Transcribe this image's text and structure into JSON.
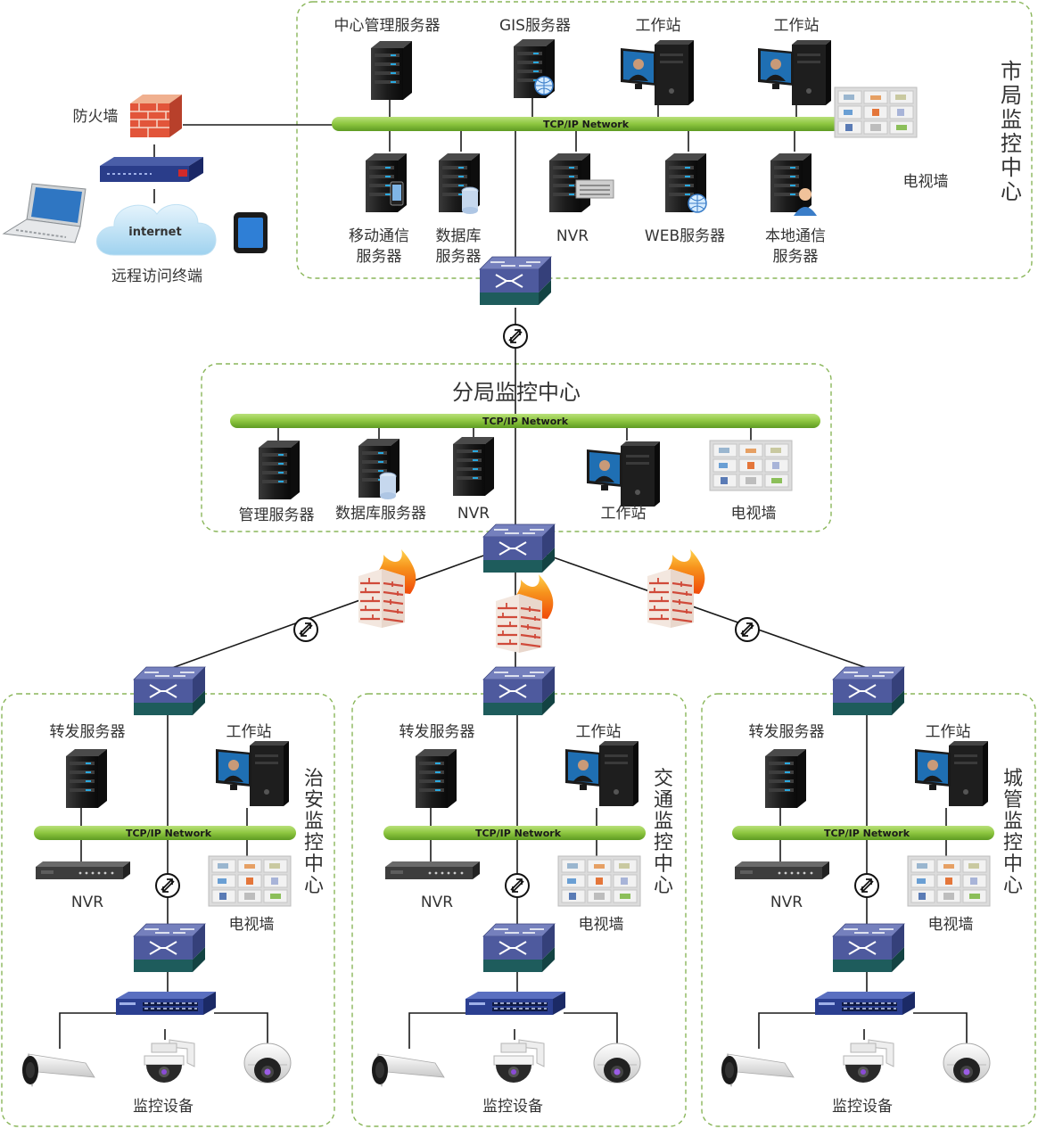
{
  "network_label": "TCP/IP Network",
  "city_center": {
    "title": "市局监控中心",
    "top": {
      "mgmt_server": "中心管理服务器",
      "gis_server": "GIS服务器",
      "workstation1": "工作站",
      "workstation2": "工作站"
    },
    "bottom": {
      "mobile_server": "移动通信\n服务器",
      "db_server": "数据库\n服务器",
      "nvr": "NVR",
      "web_server": "WEB服务器",
      "local_server": "本地通信\n服务器"
    },
    "tv_wall": "电视墙"
  },
  "remote": {
    "firewall": "防火墙",
    "internet": "internet",
    "terminal": "远程访问终端"
  },
  "branch": {
    "title": "分局监控中心",
    "mgmt_server": "管理服务器",
    "db_server": "数据库服务器",
    "nvr": "NVR",
    "workstation": "工作站",
    "tv_wall": "电视墙"
  },
  "sub_centers": [
    {
      "title": "治安监控中心",
      "forward_server": "转发服务器",
      "workstation": "工作站",
      "nvr": "NVR",
      "tv_wall": "电视墙",
      "devices": "监控设备"
    },
    {
      "title": "交通监控中心",
      "forward_server": "转发服务器",
      "workstation": "工作站",
      "nvr": "NVR",
      "tv_wall": "电视墙",
      "devices": "监控设备"
    },
    {
      "title": "城管监控中心",
      "forward_server": "转发服务器",
      "workstation": "工作站",
      "nvr": "NVR",
      "tv_wall": "电视墙",
      "devices": "监控设备"
    }
  ],
  "colors": {
    "network_bar": "#8dc63f",
    "dashed_border": "#8ab65a",
    "switch_top": "#5866a8",
    "switch_bottom": "#1e5c5c",
    "server": "#1e1e1e"
  }
}
